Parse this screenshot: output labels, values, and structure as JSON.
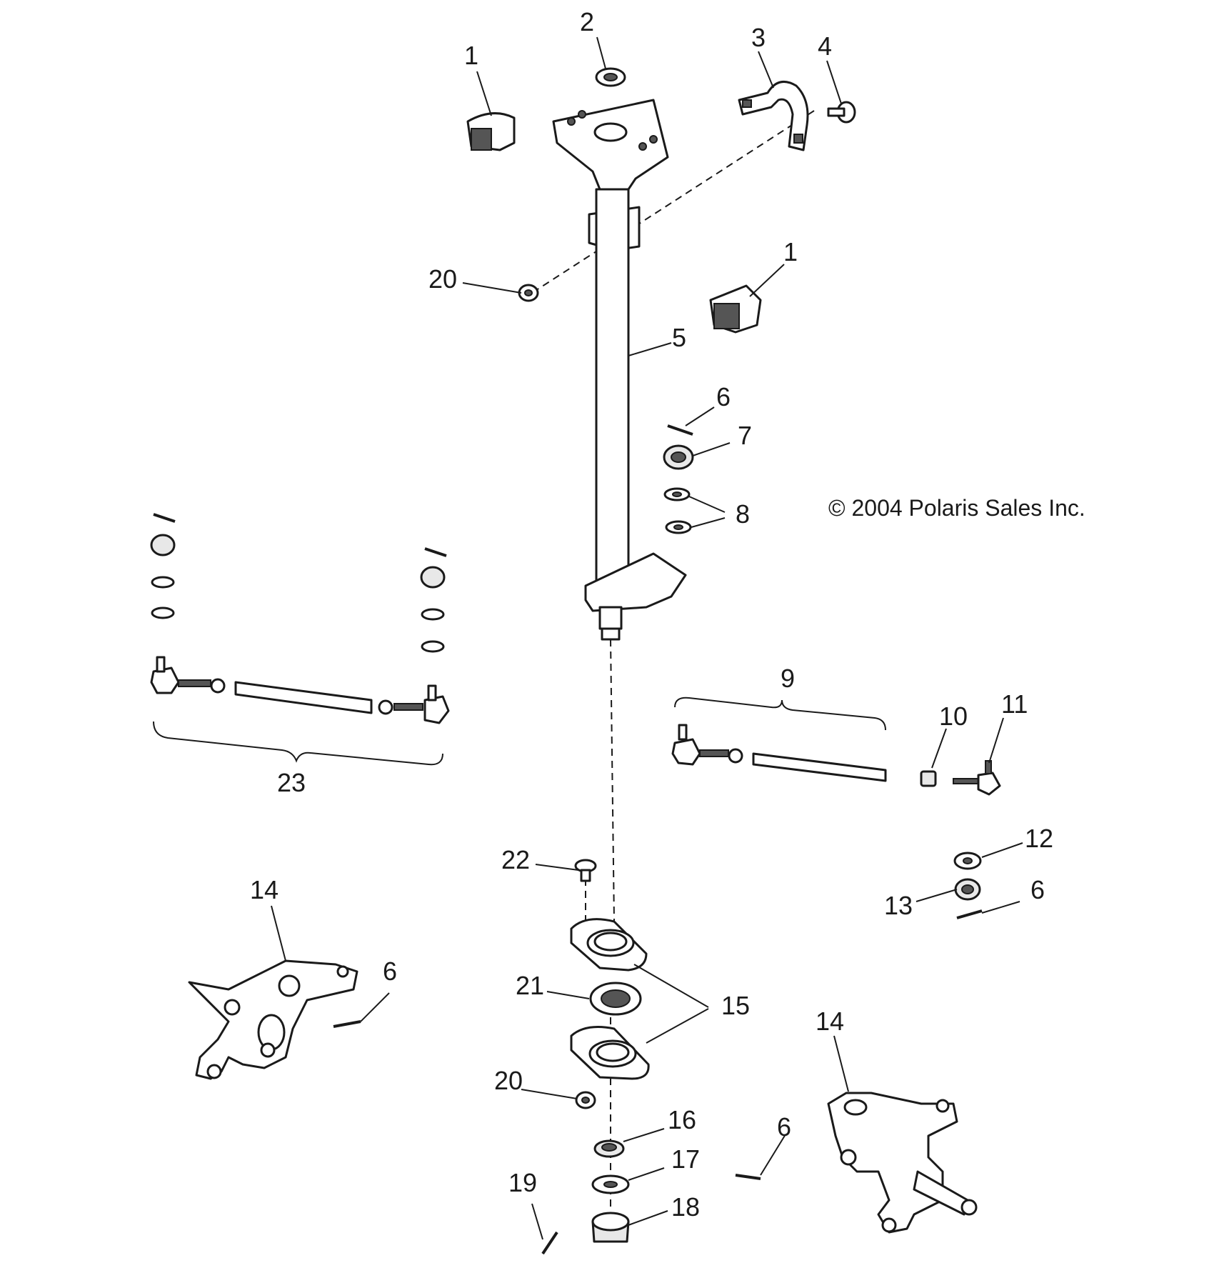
{
  "copyright": "© 2004 Polaris Sales Inc.",
  "callouts": [
    "1",
    "2",
    "3",
    "4",
    "1",
    "20",
    "5",
    "6",
    "7",
    "8",
    "9",
    "10",
    "11",
    "23",
    "22",
    "12",
    "13",
    "6",
    "14",
    "6",
    "21",
    "15",
    "20",
    "16",
    "17",
    "18",
    "19",
    "6",
    "14"
  ]
}
